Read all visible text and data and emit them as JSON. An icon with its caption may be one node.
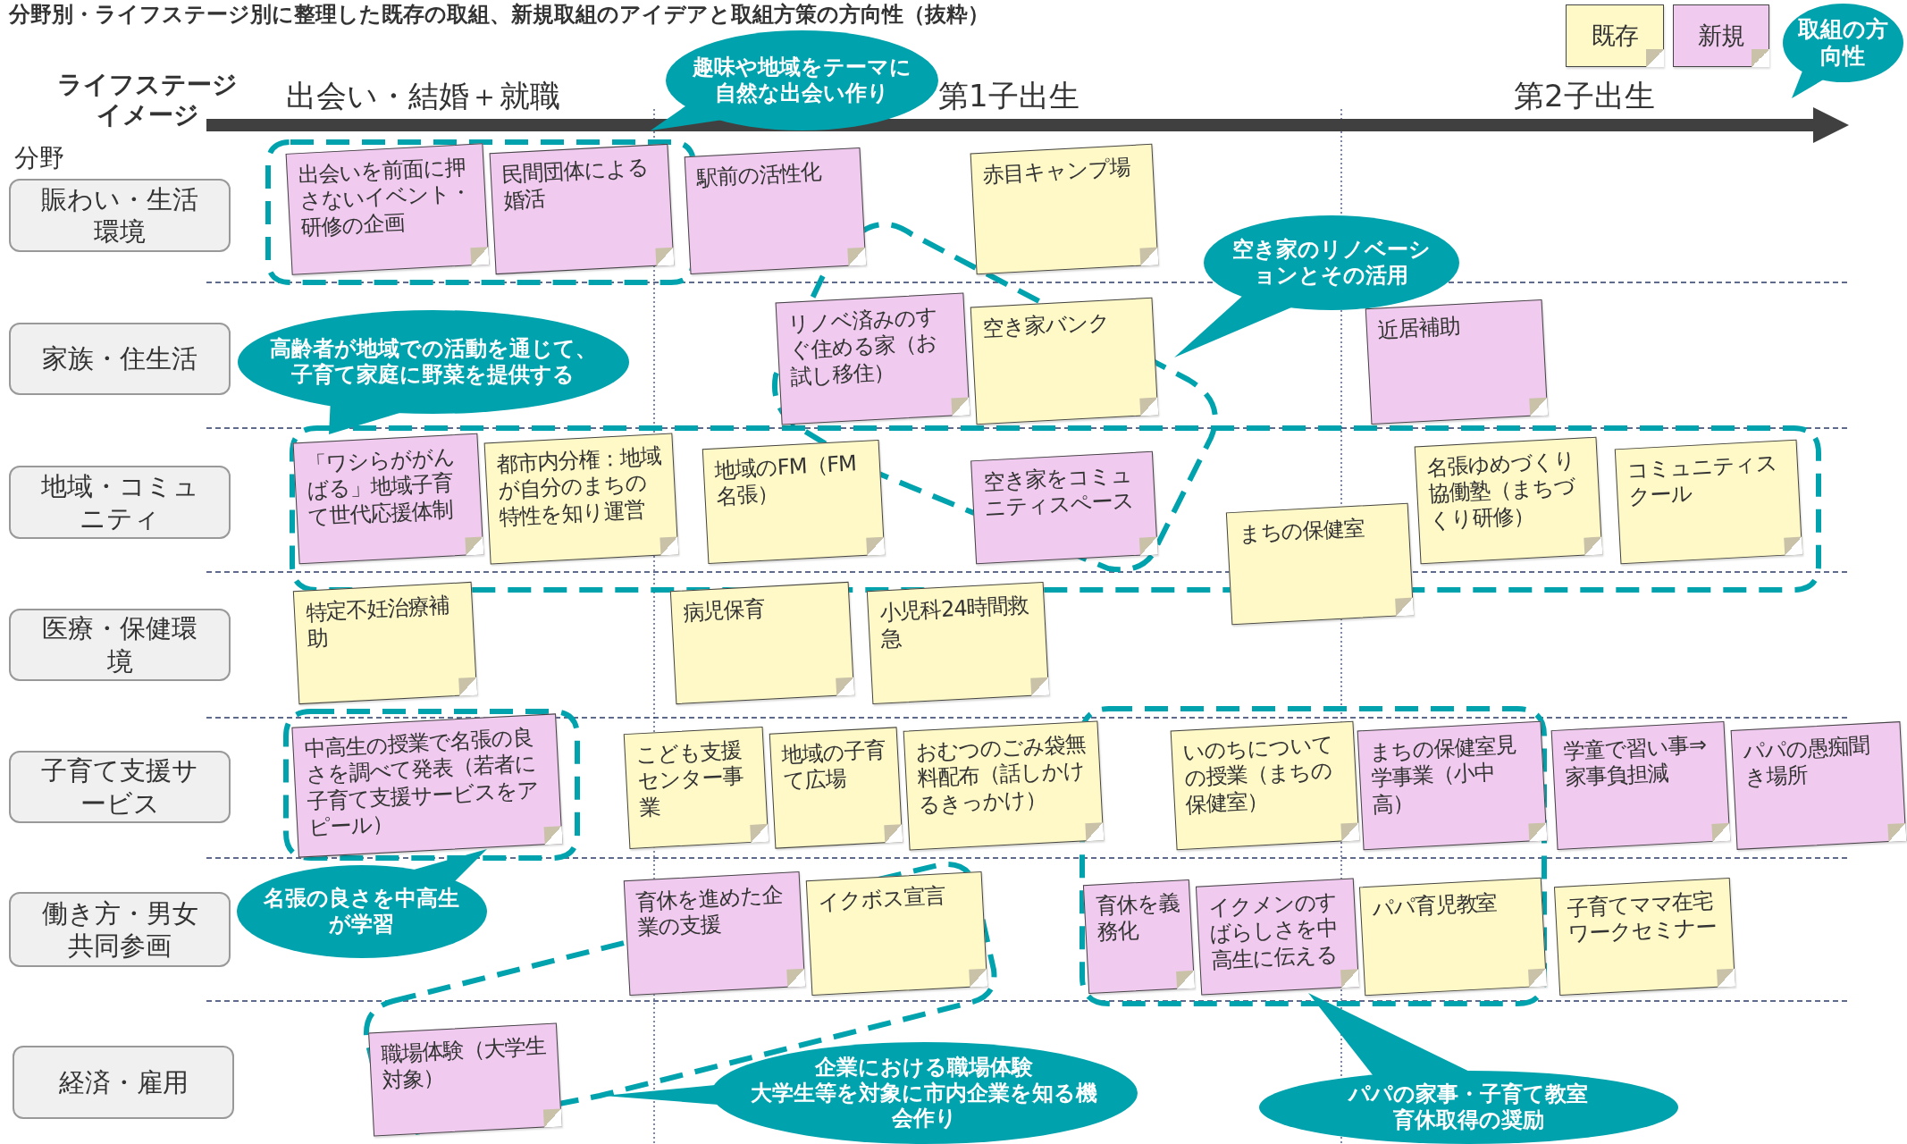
{
  "diagram": {
    "title": "分野別・ライフステージ別に整理した既存の取組、新規取組のアイデアと取組方策の方向性（抜粋）",
    "nodes": [
      {
        "text": [
          "趣味や地域をテーマに自然な出会い作り"
        ]
      },
      {
        "text": [
          "賑わい・生活環境"
        ]
      },
      {
        "text": [
          "出会いを前面に押さないイベント・研修の企画"
        ]
      },
      {
        "text": [
          "民間団体による婚活"
        ]
      },
      {
        "text": [
          "駅前の活性化"
        ]
      },
      {
        "text": [
          "赤目キャンプ場"
        ]
      },
      {
        "text": [
          "空き家のリノベーションとその活用"
        ]
      },
      {
        "text": [
          "家族・住生活"
        ]
      },
      {
        "text": [
          "高齢者が地域での活動を通じて、子育て家庭に野菜を提供する"
        ]
      },
      {
        "text": [
          "リノベ済みのすぐ住める家（お試し移住）"
        ]
      },
      {
        "text": [
          "空き家バンク"
        ]
      },
      {
        "text": [
          "近居補助"
        ]
      },
      {
        "text": [
          "地域・コミュニティ"
        ]
      },
      {
        "text": [
          "「ワシらががんばる」地域子育て世代応援体制"
        ]
      },
      {
        "text": [
          "都市内分権：地域が自分のまちの特性を知り運営"
        ]
      },
      {
        "text": [
          "地域のFM（FM名張）"
        ]
      },
      {
        "text": [
          "空き家をコミュニティスペース"
        ]
      },
      {
        "text": [
          "名張ゆめづくり協働塾（まちづくり研修）"
        ]
      },
      {
        "text": [
          "コミュニティスクール"
        ]
      },
      {
        "text": [
          "まちの保健室"
        ]
      },
      {
        "text": [
          "医療・保健環境"
        ]
      },
      {
        "text": [
          "特定不妊治療補助"
        ]
      },
      {
        "text": [
          "病児保育"
        ]
      },
      {
        "text": [
          "小児科24時間救急"
        ]
      },
      {
        "text": [
          "子育て支援サービス"
        ]
      },
      {
        "text": [
          "中高生の授業で名張の良さを調べて発表（若者に子育て支援サービスをアピール）"
        ]
      },
      {
        "text": [
          "こども支援センター事業"
        ]
      },
      {
        "text": [
          "地域の子育て広場"
        ]
      },
      {
        "text": [
          "おむつのごみ袋無料配布（話しかけるきっかけ）"
        ]
      },
      {
        "text": [
          "いのちについての授業（まちの保健室）"
        ]
      },
      {
        "text": [
          "まちの保健室見学事業（小中高）"
        ]
      },
      {
        "text": [
          "学童で習い事⇒家事負担減"
        ]
      },
      {
        "text": [
          "パパの愚痴聞き場所"
        ]
      },
      {
        "text": [
          "名張の良さを中高生が学習"
        ]
      },
      {
        "text": [
          "働き方・男女共同参画"
        ]
      },
      {
        "text": [
          "育休を進めた企業の支援"
        ]
      },
      {
        "text": [
          "イクボス宣言"
        ]
      },
      {
        "text": [
          "育休を義務化"
        ]
      },
      {
        "text": [
          "イクメンのすばらしさを中高生に伝える"
        ]
      },
      {
        "text": [
          "パパ育児教室"
        ]
      },
      {
        "text": [
          "子育てママ在宅ワークセミナー"
        ]
      },
      {
        "text": [
          "経済・雇用"
        ]
      },
      {
        "text": [
          "職場体験（大学生対象）"
        ]
      },
      {
        "text": [
          "企業における職場体験",
          "大学生等を対象に市内企業を知る機会作り"
        ]
      },
      {
        "text": [
          "パパの家事・子育て教室",
          "育休取得の奨励"
        ]
      }
    ],
    "labels": [
      "ライフステージイメージ",
      "出会い・結婚＋就職",
      "第1子出生",
      "第2子出生",
      "分野"
    ],
    "legend": [
      {
        "text": "既存",
        "color": "#fff9c8"
      },
      {
        "text": "新規",
        "color": "#f0cbef"
      },
      {
        "text": "取組の方向性"
      }
    ]
  }
}
